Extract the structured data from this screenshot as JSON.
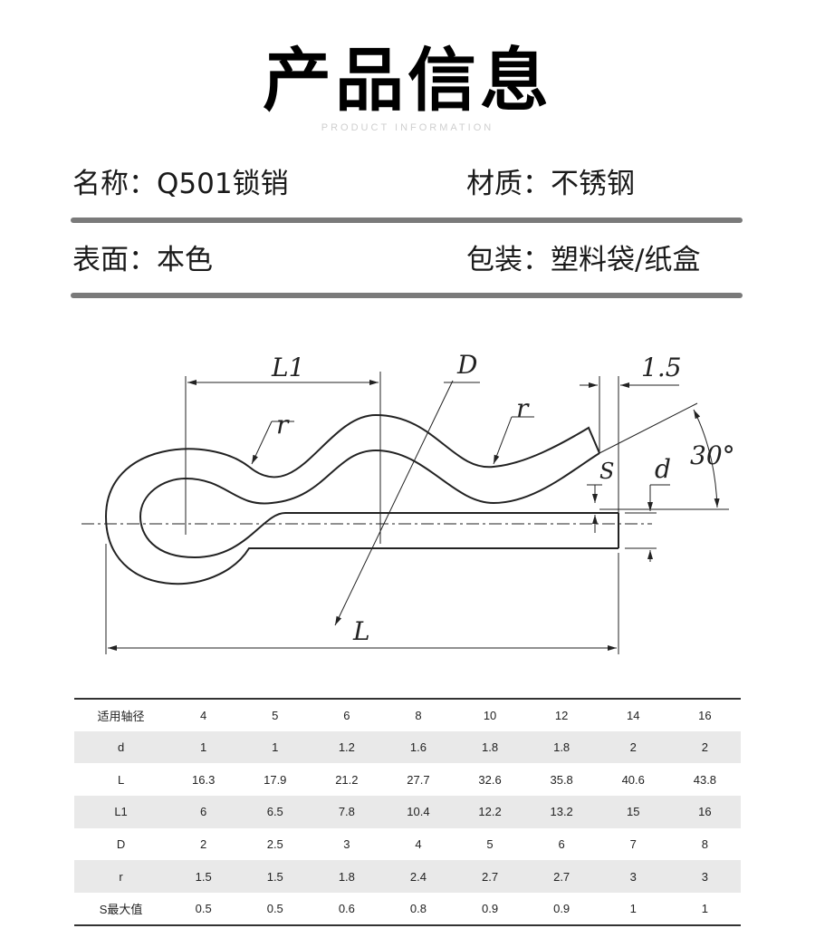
{
  "header": {
    "title": "产品信息",
    "subtitle": "PRODUCT INFORMATION"
  },
  "info": {
    "name": "名称：Q501锁销",
    "material": "材质：不锈钢",
    "surface": "表面：本色",
    "packaging": "包装：塑料袋/纸盒"
  },
  "diagram": {
    "L1": "L1",
    "D": "D",
    "gap": "1.5",
    "r1": "r",
    "r2": "r",
    "S": "S",
    "d": "d",
    "angle": "30°",
    "L": "L"
  },
  "table": {
    "rows": [
      [
        "适用轴径",
        "4",
        "5",
        "6",
        "8",
        "10",
        "12",
        "14",
        "16"
      ],
      [
        "d",
        "1",
        "1",
        "1.2",
        "1.6",
        "1.8",
        "1.8",
        "2",
        "2"
      ],
      [
        "L",
        "16.3",
        "17.9",
        "21.2",
        "27.7",
        "32.6",
        "35.8",
        "40.6",
        "43.8"
      ],
      [
        "L1",
        "6",
        "6.5",
        "7.8",
        "10.4",
        "12.2",
        "13.2",
        "15",
        "16"
      ],
      [
        "D",
        "2",
        "2.5",
        "3",
        "4",
        "5",
        "6",
        "7",
        "8"
      ],
      [
        "r",
        "1.5",
        "1.5",
        "1.8",
        "2.4",
        "2.7",
        "2.7",
        "3",
        "3"
      ],
      [
        "S最大值",
        "0.5",
        "0.5",
        "0.6",
        "0.8",
        "0.9",
        "0.9",
        "1",
        "1"
      ]
    ]
  }
}
